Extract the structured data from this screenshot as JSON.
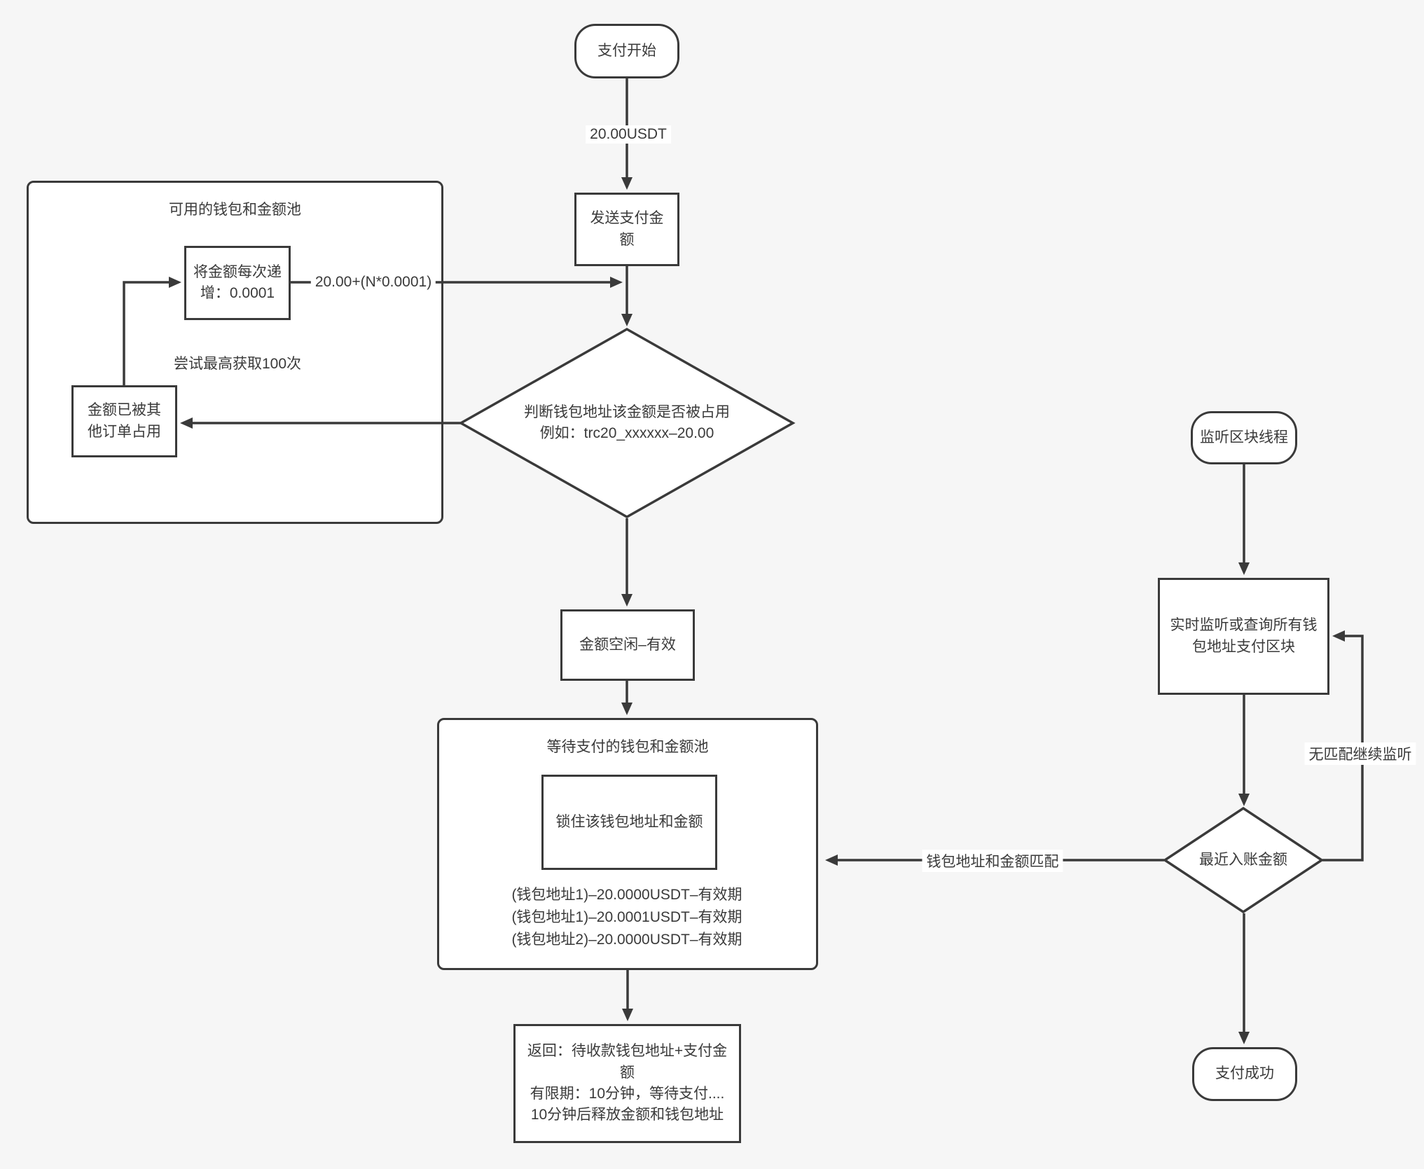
{
  "canvas": {
    "background_color": "#f6f6f6",
    "stroke_color": "#3a3a3a",
    "node_fill_color": "#ffffff",
    "text_color": "#3a3a3a"
  },
  "nodes": {
    "start": {
      "label": "支付开始"
    },
    "send_amount": {
      "label": "发送支付金额"
    },
    "pool_available": {
      "title": "可用的钱包和金额池"
    },
    "increment": {
      "label": "将金额每次递增：0.0001"
    },
    "retry_note": {
      "label": "尝试最高获取100次"
    },
    "occupied": {
      "label": "金额已被其他订单占用"
    },
    "check_occupied": {
      "line1": "判断钱包地址该金额是否被占用",
      "line2": "例如：trc20_xxxxxx–20.00"
    },
    "amount_free": {
      "label": "金额空闲–有效"
    },
    "pool_waiting": {
      "title": "等待支付的钱包和金额池"
    },
    "lock": {
      "label": "锁住该钱包地址和金额"
    },
    "pool_entries": [
      "(钱包地址1)–20.0000USDT–有效期",
      "(钱包地址1)–20.0001USDT–有效期",
      "(钱包地址2)–20.0000USDT–有效期"
    ],
    "return_info": {
      "line1": "返回：待收款钱包地址+支付金额",
      "line2": "有限期：10分钟，等待支付....",
      "line3": "10分钟后释放金额和钱包地址"
    },
    "listen_thread": {
      "label": "监听区块线程"
    },
    "monitor": {
      "label": "实时监听或查询所有钱包地址支付区块"
    },
    "recent_amount": {
      "label": "最近入账金额"
    },
    "success": {
      "label": "支付成功"
    }
  },
  "edge_labels": {
    "amount": "20.00USDT",
    "formula": "20.00+(N*0.0001)",
    "match": "钱包地址和金额匹配",
    "no_match": "无匹配继续监听"
  }
}
